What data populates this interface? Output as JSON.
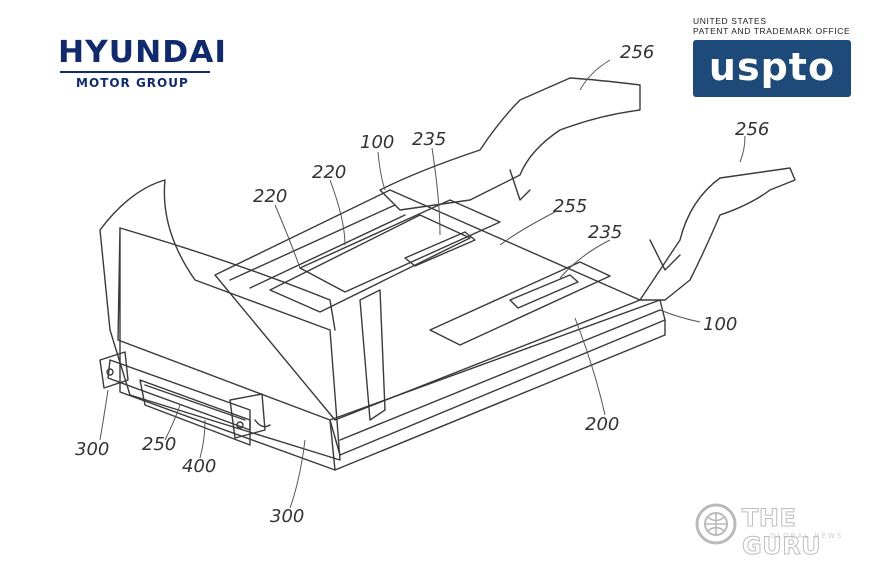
{
  "header": {
    "hyundai": {
      "word": "HYUNDAI",
      "sub": "MOTOR GROUP",
      "color": "#102a6b"
    },
    "uspto": {
      "line1": "UNITED STATES",
      "line2": "PATENT AND TRADEMARK OFFICE",
      "word": "uspto",
      "color": "#1d4a78"
    }
  },
  "diagram": {
    "labels": {
      "l256a": "256",
      "l256b": "256",
      "l100a": "100",
      "l235a": "235",
      "l220a": "220",
      "l220b": "220",
      "l255": "255",
      "l235b": "235",
      "l100b": "100",
      "l200": "200",
      "l300a": "300",
      "l250": "250",
      "l400": "400",
      "l300b": "300"
    }
  },
  "watermark": {
    "word": "THE GURU",
    "sub": "GLOBAL NEWS",
    "icon": "globe-icon"
  }
}
